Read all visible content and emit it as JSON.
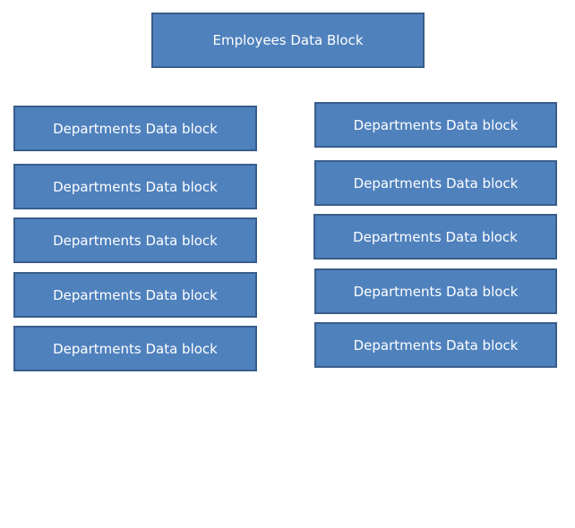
{
  "employees_block": {
    "label": "Employees Data Block"
  },
  "left_column": {
    "blocks": [
      {
        "label": "Departments Data block"
      },
      {
        "label": "Departments Data block"
      },
      {
        "label": "Departments Data block"
      },
      {
        "label": "Departments Data block"
      },
      {
        "label": "Departments Data block"
      }
    ]
  },
  "right_column": {
    "blocks": [
      {
        "label": "Departments Data block"
      },
      {
        "label": "Departments Data block"
      },
      {
        "label": "Departments Data block"
      },
      {
        "label": "Departments Data block"
      },
      {
        "label": "Departments Data block"
      }
    ]
  },
  "colors": {
    "block_fill": "#4f81bd",
    "block_border": "#385d8a",
    "text": "#ffffff"
  }
}
